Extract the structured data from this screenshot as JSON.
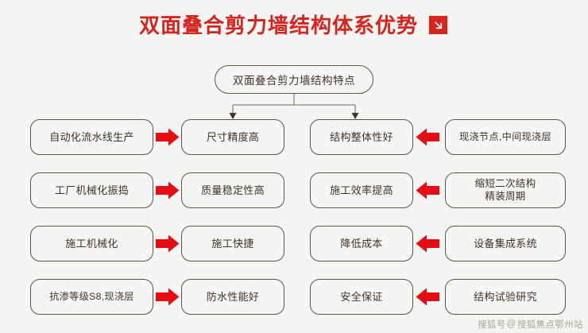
{
  "header": {
    "title": "双面叠合剪力墙结构体系优势",
    "accent_color": "#d6241f",
    "arrow_icon": "arrow-down-right-icon"
  },
  "diagram": {
    "root": {
      "label": "双面叠合剪力墙结构特点"
    },
    "columns": {
      "left_cause_header": "",
      "left_effect_header": "",
      "right_effect_header": "",
      "right_cause_header": ""
    },
    "rows": [
      {
        "left_cause": "自动化流水线生产",
        "left_arrow": "arrow-right-icon",
        "left_effect": "尺寸精度高",
        "right_effect": "结构整体性好",
        "right_arrow": "arrow-left-icon",
        "right_cause": "现浇节点,中间现浇层"
      },
      {
        "left_cause": "工厂机械化振捣",
        "left_arrow": "arrow-right-icon",
        "left_effect": "质量稳定性高",
        "right_effect": "施工效率提高",
        "right_arrow": "arrow-left-icon",
        "right_cause": "缩短二次结构\n精装周期"
      },
      {
        "left_cause": "施工机械化",
        "left_arrow": "arrow-right-icon",
        "left_effect": "施工快捷",
        "right_effect": "降低成本",
        "right_arrow": "arrow-left-icon",
        "right_cause": "设备集成系统"
      },
      {
        "left_cause": "抗渗等级S8,现浇层",
        "left_arrow": "arrow-right-icon",
        "left_effect": "防水性能好",
        "right_effect": "安全保证",
        "right_arrow": "arrow-left-icon",
        "right_cause": "结构试验研究"
      }
    ],
    "box_border_color": "#5b504b",
    "box_fill_color": "#f5f5f3",
    "arrow_color": "#e60d13",
    "connector_color": "#8a8380"
  },
  "watermark": {
    "prefix": "搜狐号",
    "at": "@",
    "source": "搜狐焦点鄂州站"
  },
  "canvas": {
    "background": "#f5f5f3"
  }
}
